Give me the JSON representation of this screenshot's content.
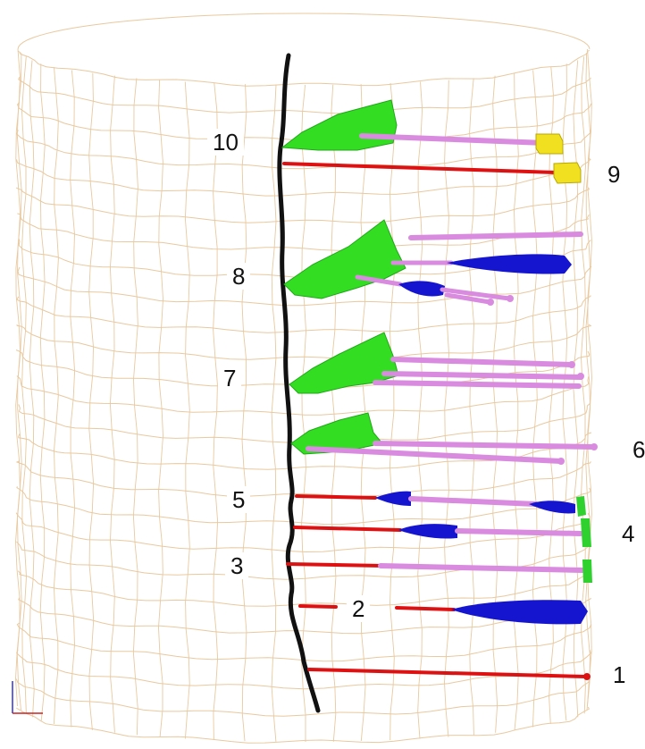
{
  "labels": {
    "l1": "1",
    "l2": "2",
    "l3": "3",
    "l4": "4",
    "l5": "5",
    "l6": "6",
    "l7": "7",
    "l8": "8",
    "l9": "9",
    "l10": "10"
  },
  "colors": {
    "mesh": "#e8c9a0",
    "axis": "#111111",
    "lead_red": "#dd1111",
    "lead_pink": "#d98be0",
    "electrode_blue": "#1515d0",
    "fan_green": "#33dd22",
    "connector_yellow": "#f0e020",
    "connector_green": "#2fd12f"
  }
}
